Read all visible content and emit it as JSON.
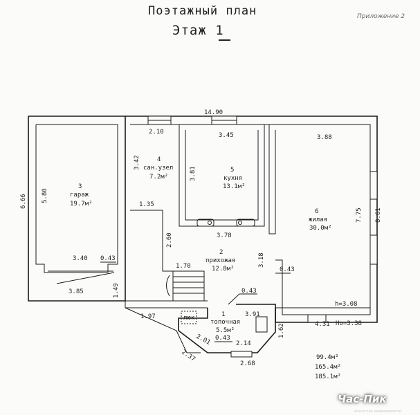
{
  "header": {
    "title": "Поэтажный план",
    "floor": "Этаж",
    "floor_number": "1",
    "appendix": "Приложение 2"
  },
  "rooms": [
    {
      "num": "3",
      "name": "гараж",
      "area": "19.7м²"
    },
    {
      "num": "4",
      "name": "сан.узел",
      "area": "7.2м²"
    },
    {
      "num": "5",
      "name": "кухня",
      "area": "13.1м²"
    },
    {
      "num": "6",
      "name": "жилая",
      "area": "30.0м²"
    },
    {
      "num": "2",
      "name": "прихожая",
      "area": "12.8м²"
    },
    {
      "num": "1",
      "name": "топочная",
      "area": "5.5м²"
    }
  ],
  "hatch_label": "люк",
  "dimensions": {
    "overall_width": "14.90",
    "overall_depth": "6.66",
    "garage_depth": "5.80",
    "garage_width": "3.40",
    "garage_front": "3.85",
    "garage_step": "0.43",
    "garage_side": "1.49",
    "bath_width": "2.10",
    "bath_depth": "3.42",
    "kitchen_width_top": "3.45",
    "kitchen_depth": "3.81",
    "kitchen_width_bottom": "3.78",
    "living_width": "3.88",
    "living_depth": "7.75",
    "living_outer": "8.61",
    "hall_width": "1.35",
    "hall_depth": "2.60",
    "stair_width": "1.70",
    "hall_step": "3.18",
    "hall_offset": "0.43",
    "hall_offset_2": "0.43",
    "boiler_width": "3.91",
    "front_left": "1.97",
    "porch_a": "2.01",
    "porch_b": "2.37",
    "porch_offset": "0.43",
    "porch_c": "2.14",
    "porch_d": "2.68",
    "boiler_side": "1.62",
    "living_bottom": "4.31",
    "h_value": "h=3.08",
    "ho_value": "Ho=3.38"
  },
  "areas": [
    "99.4м²",
    "165.4м²",
    "185.1м²"
  ],
  "watermark": {
    "text": "Час-Пик",
    "sub": "агентство недвижимости"
  }
}
